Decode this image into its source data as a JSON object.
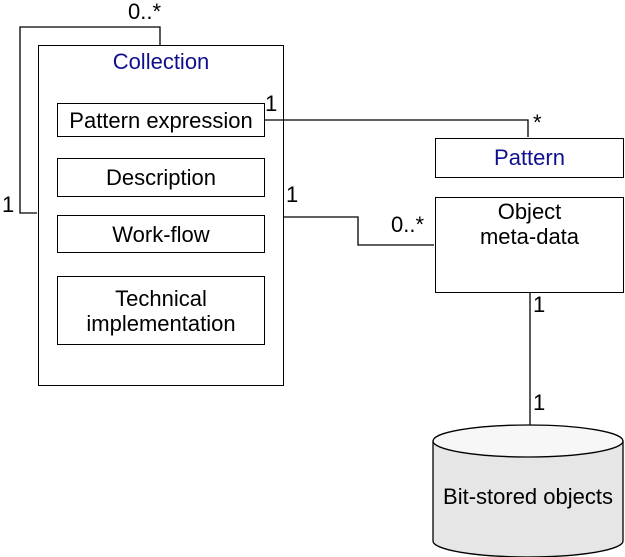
{
  "colors": {
    "title_color": "#10108e",
    "line_color": "#000000",
    "text_color": "#000000",
    "cylinder_body": "#e6e6e6",
    "cylinder_top": "#f7f7f7",
    "background": "#ffffff"
  },
  "nodes": {
    "collection": {
      "title": "Collection",
      "attributes": [
        "Pattern expression",
        "Description",
        "Work-flow",
        "Technical implementation"
      ]
    },
    "pattern": {
      "title": "Pattern"
    },
    "object_meta_data": {
      "lines": [
        "Object",
        "meta-data"
      ]
    },
    "bit_stored_objects": {
      "title": "Bit-stored objects"
    }
  },
  "multiplicities": {
    "self_loop_upper": "0..*",
    "self_loop_lower": "1",
    "pattern_expression_end": "1",
    "pattern_end": "*",
    "collection_end": "1",
    "object_meta_data_end": "0..*",
    "object_meta_data_lower": "1",
    "bit_stored_objects_end": "1"
  }
}
